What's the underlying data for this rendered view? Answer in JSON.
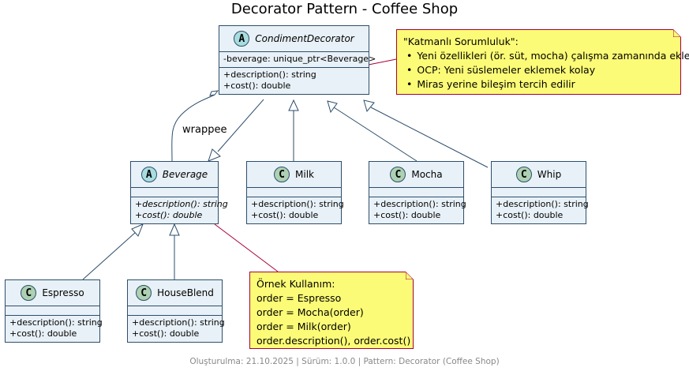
{
  "title": "Decorator Pattern - Coffee Shop",
  "footer": "Oluşturulma: 21.10.2025 | Sürüm: 1.0.0 | Pattern: Decorator (Coffee Shop)",
  "edge_label": "wrappee",
  "classes": {
    "condiment_decorator": {
      "stereotype_icon": "A",
      "name": "CondimentDecorator",
      "fields": [
        "-beverage: unique_ptr<Beverage>"
      ],
      "methods": [
        "+description(): string",
        "+cost(): double"
      ]
    },
    "beverage": {
      "stereotype_icon": "A",
      "name": "Beverage",
      "methods": [
        "+description(): string",
        "+cost(): double"
      ]
    },
    "milk": {
      "stereotype_icon": "C",
      "name": "Milk",
      "methods": [
        "+description(): string",
        "+cost(): double"
      ]
    },
    "mocha": {
      "stereotype_icon": "C",
      "name": "Mocha",
      "methods": [
        "+description(): string",
        "+cost(): double"
      ]
    },
    "whip": {
      "stereotype_icon": "C",
      "name": "Whip",
      "methods": [
        "+description(): string",
        "+cost(): double"
      ]
    },
    "espresso": {
      "stereotype_icon": "C",
      "name": "Espresso",
      "methods": [
        "+description(): string",
        "+cost(): double"
      ]
    },
    "houseblend": {
      "stereotype_icon": "C",
      "name": "HouseBlend",
      "methods": [
        "+description(): string",
        "+cost(): double"
      ]
    }
  },
  "notes": {
    "responsibility": {
      "heading": "\"Katmanlı Sorumluluk\":",
      "bullets": [
        "Yeni özellikleri (ör. süt, mocha) çalışma zamanında ekler",
        "OCP: Yeni süslemeler eklemek kolay",
        "Miras yerine bileşim tercih edilir"
      ]
    },
    "usage": {
      "lines": [
        "Örnek Kullanım:",
        "order = Espresso",
        "order = Mocha(order)",
        "order = Milk(order)",
        "order.description(), order.cost()"
      ]
    }
  },
  "colors": {
    "class_fill": "#E8F1F7",
    "class_border": "#2D4E6B",
    "abstract_icon": "#A9DCDF",
    "class_icon": "#ADD1B2",
    "note_fill": "#FBFB77",
    "note_border": "#A80036"
  }
}
